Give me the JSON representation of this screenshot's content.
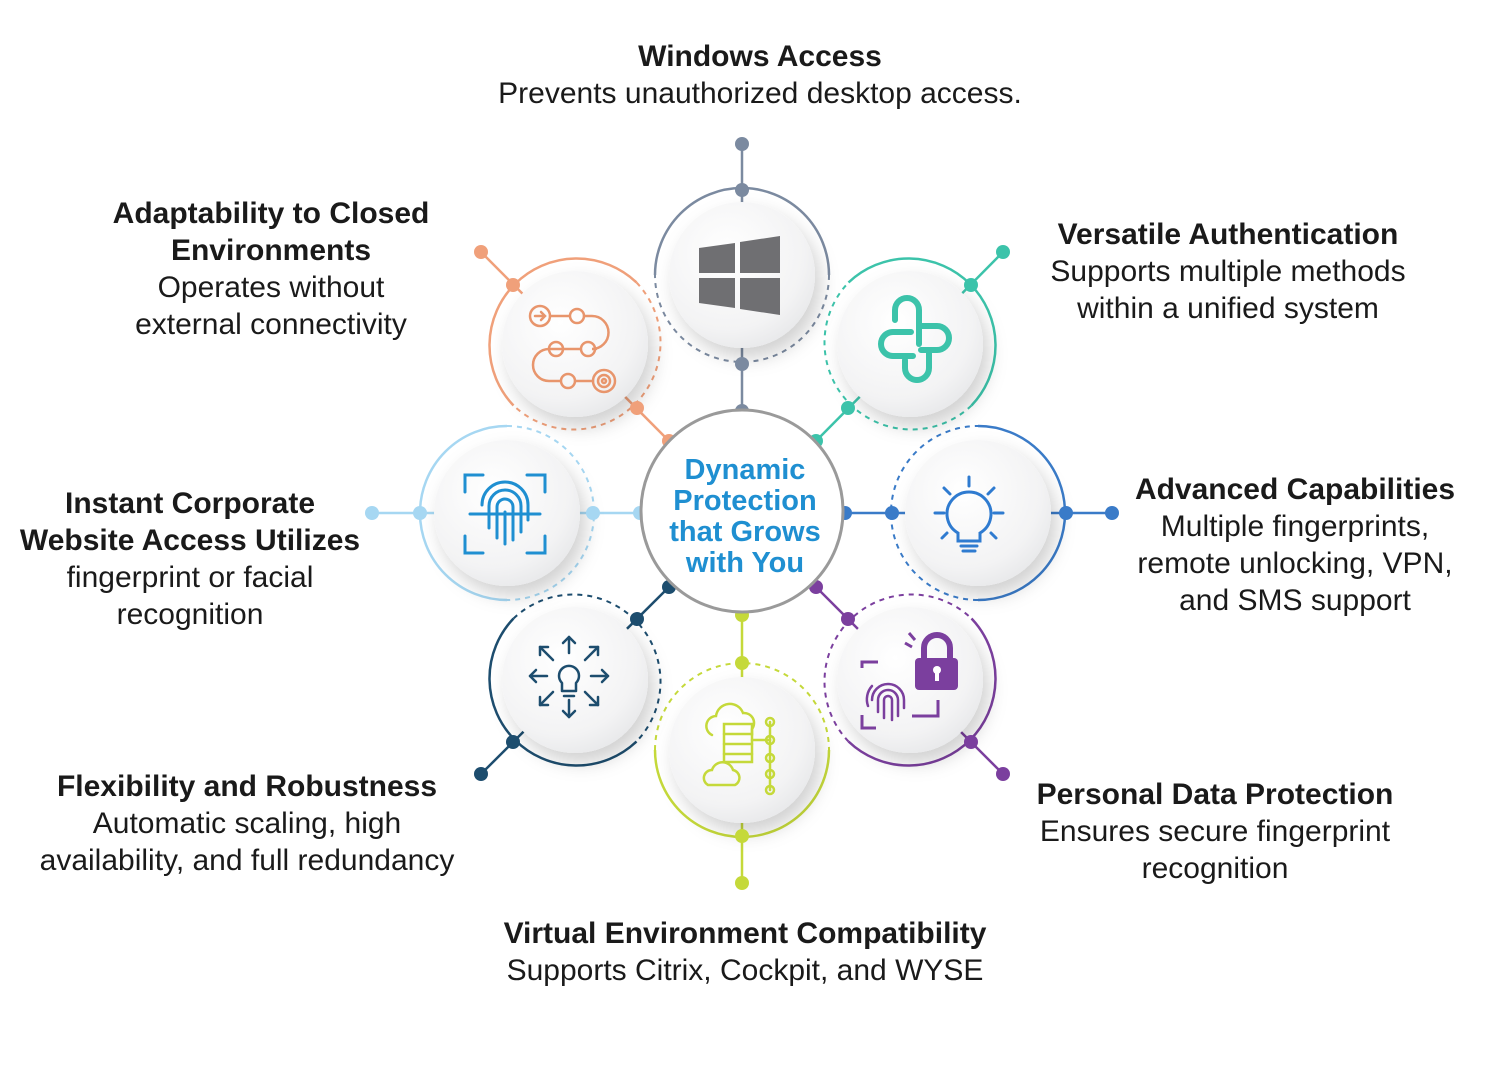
{
  "center": {
    "lines": [
      "Dynamic",
      "Protection",
      "that Grows",
      "with You"
    ],
    "color": "#1f8fd1"
  },
  "nodes": [
    {
      "id": "windows-access",
      "title": "Windows Access",
      "desc": [
        "Prevents unauthorized desktop access."
      ],
      "color": "#7b8aa0",
      "icon": "windows-logo-icon"
    },
    {
      "id": "versatile-authentication",
      "title": "Versatile Authentication",
      "desc": [
        "Supports multiple methods",
        "within a unified system"
      ],
      "color": "#3cc3aa",
      "icon": "interlocked-shapes-icon"
    },
    {
      "id": "advanced-capabilities",
      "title": "Advanced Capabilities",
      "desc": [
        "Multiple fingerprints,",
        "remote unlocking, VPN,",
        "and SMS support"
      ],
      "color": "#3a7bc8",
      "icon": "lightbulb-icon"
    },
    {
      "id": "personal-data-protection",
      "title": "Personal Data Protection",
      "desc": [
        "Ensures secure fingerprint",
        "recognition"
      ],
      "color": "#7b3f9e",
      "icon": "fingerprint-lock-icon"
    },
    {
      "id": "virtual-environment-compatibility",
      "title": "Virtual Environment Compatibility",
      "desc": [
        "Supports Citrix, Cockpit, and WYSE"
      ],
      "color": "#c5d93a",
      "icon": "server-cloud-network-icon"
    },
    {
      "id": "flexibility-and-robustness",
      "title": "Flexibility and Robustness",
      "desc": [
        "Automatic scaling, high",
        "availability, and full redundancy"
      ],
      "color": "#1d4d6e",
      "icon": "lightbulb-arrows-icon"
    },
    {
      "id": "instant-corporate-website-access",
      "title": [
        "Instant Corporate",
        "Website Access Utilizes"
      ],
      "desc": [
        "fingerprint or facial",
        "recognition"
      ],
      "color": "#a6d7f2",
      "icon": "fingerprint-scan-icon"
    },
    {
      "id": "adaptability-to-closed-environments",
      "title": [
        "Adaptability to Closed",
        "Environments"
      ],
      "desc": [
        "Operates without",
        "external connectivity"
      ],
      "color": "#f0a07a",
      "icon": "path-roadmap-icon"
    }
  ]
}
